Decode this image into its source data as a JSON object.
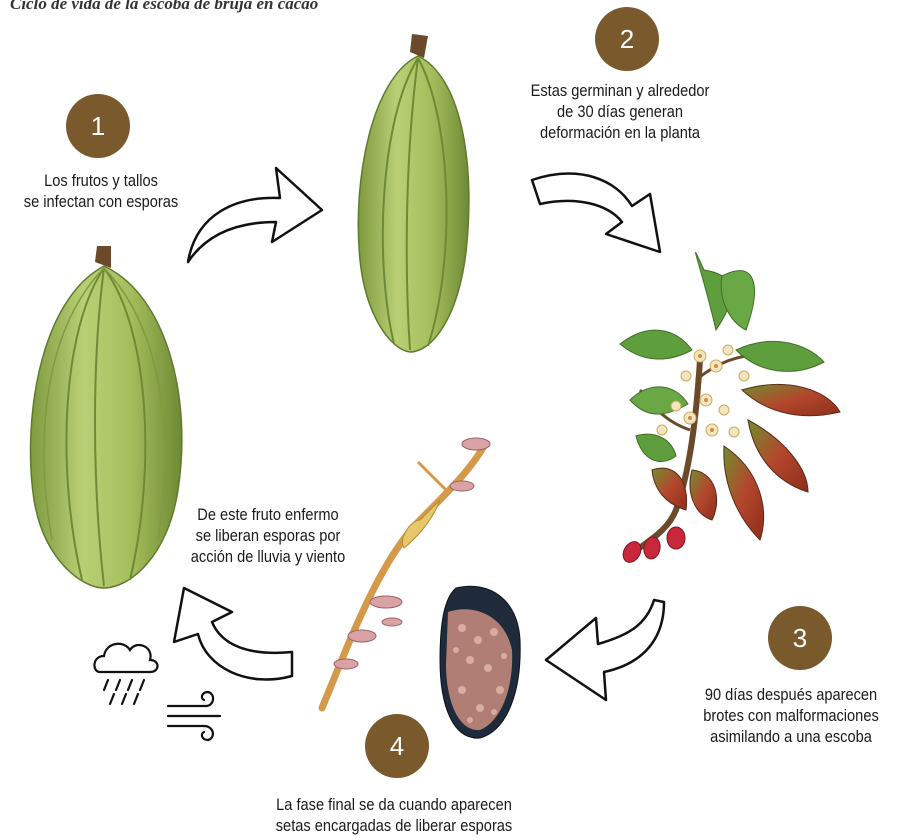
{
  "title": "Ciclo de vida de la escoba de bruja en cacao",
  "steps": [
    {
      "number": "1",
      "lines": [
        "Los frutos y tallos",
        "se infectan con esporas"
      ]
    },
    {
      "number": "2",
      "lines": [
        "Estas germinan y alrededor",
        "de 30 días generan",
        "deformación en la planta"
      ]
    },
    {
      "number": "3",
      "lines": [
        "90 días después aparecen",
        "brotes con malformaciones",
        "asimilando a una escoba"
      ]
    },
    {
      "number": "4",
      "lines": [
        "La fase final se da cuando aparecen",
        "setas encargadas de liberar esporas"
      ]
    }
  ],
  "spore_release": {
    "lines": [
      "De este fruto enfermo",
      "se liberan esporas por",
      "acción de lluvia y viento"
    ]
  },
  "icons": [
    "cacao-pod-icon",
    "cacao-branch-icon",
    "mushroom-branch-icon",
    "diseased-pod-icon",
    "rain-cloud-icon",
    "wind-icon",
    "cycle-arrow-icon"
  ],
  "colors": {
    "badge": "#7a5a2c",
    "pod": "#a9c266",
    "pod_dark": "#7f9a3f",
    "leaf": "#5e9e3c",
    "leaf_red": "#b4472d",
    "arrow_stroke": "#111111"
  }
}
